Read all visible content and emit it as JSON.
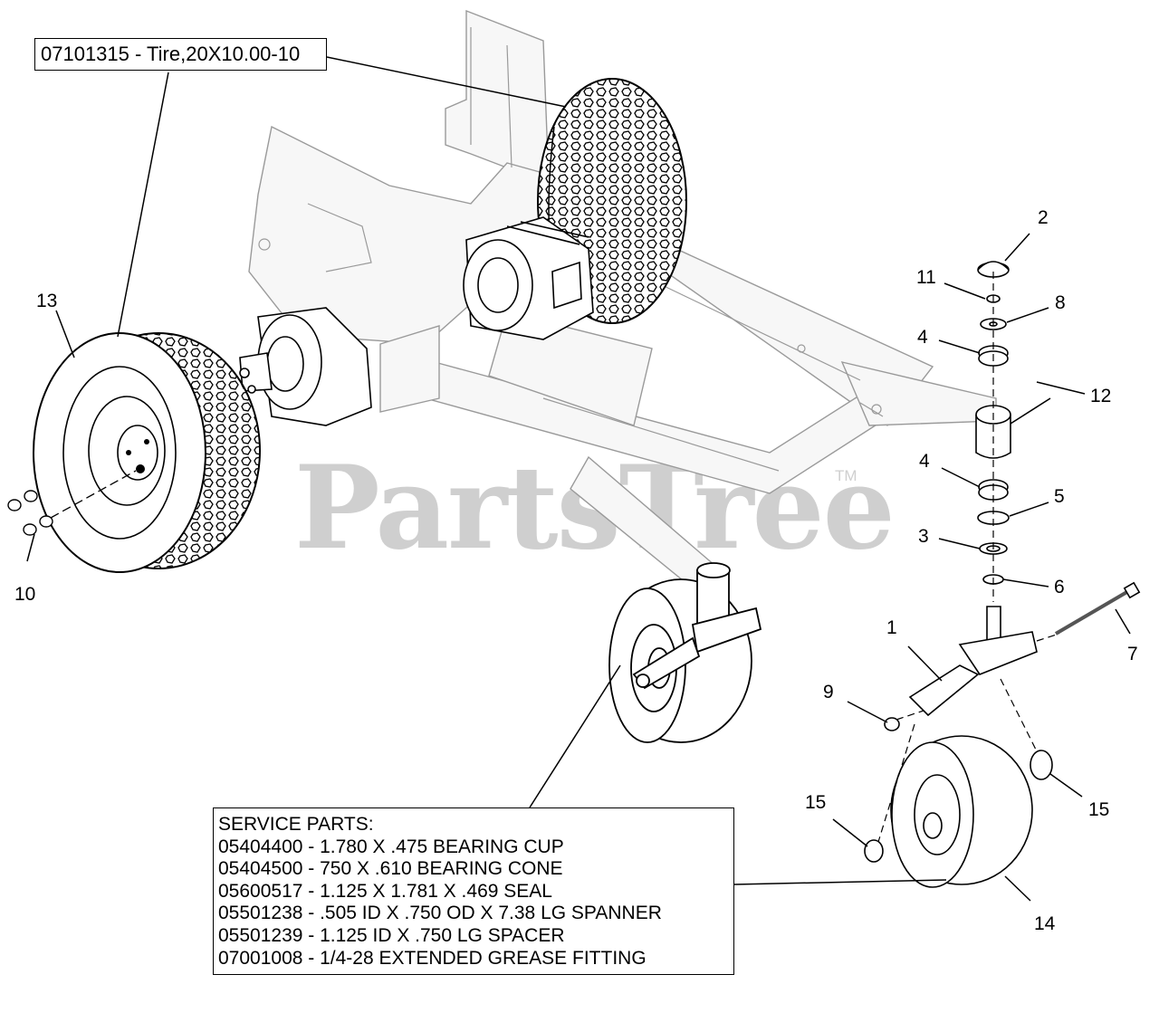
{
  "watermark": {
    "text": "PartsTree",
    "tm": "TM"
  },
  "callout_tire": "07101315 - Tire,20X10.00-10",
  "service_parts": {
    "title": "SERVICE PARTS:",
    "lines": [
      "05404400 - 1.780 X .475 BEARING CUP",
      "05404500 - 750 X .610 BEARING CONE",
      "05600517 - 1.125 X 1.781 X .469 SEAL",
      "05501238 - .505 ID X .750 OD X 7.38 LG SPANNER",
      "05501239 - 1.125 ID X .750 LG SPACER",
      "07001008 - 1/4-28 EXTENDED GREASE FITTING"
    ]
  },
  "callouts": {
    "n1": "1",
    "n2": "2",
    "n3": "3",
    "n4a": "4",
    "n4b": "4",
    "n5": "5",
    "n6": "6",
    "n7": "7",
    "n8": "8",
    "n9": "9",
    "n10": "10",
    "n11": "11",
    "n12": "12",
    "n13": "13",
    "n14": "14",
    "n15a": "15",
    "n15b": "15"
  }
}
